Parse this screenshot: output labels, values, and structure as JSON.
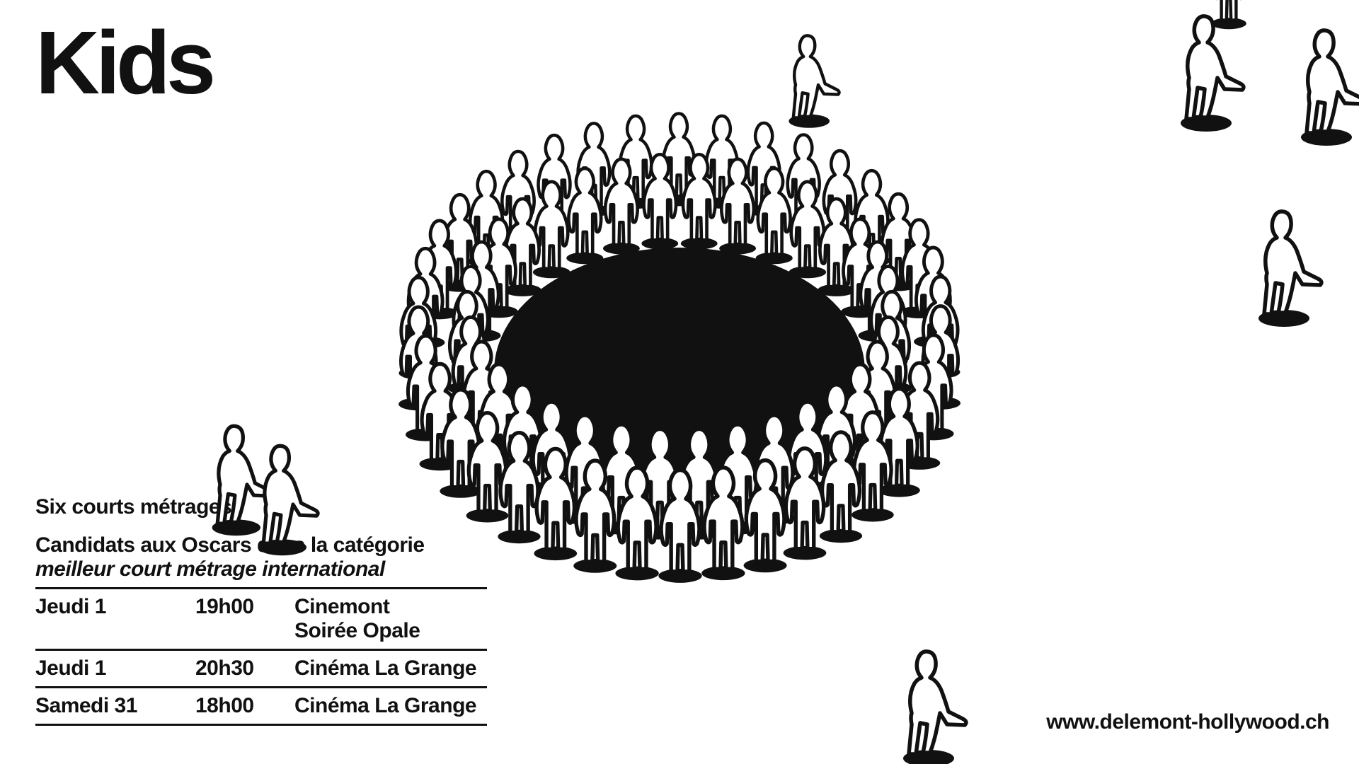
{
  "poster": {
    "title": "Kids",
    "subtitle": "Six courts métrages",
    "description_line1": "Candidats aux Oscars dans la catégorie",
    "description_line2": "meilleur court métrage international",
    "url": "www.delemont-hollywood.ch"
  },
  "schedule": [
    {
      "day": "Jeudi 1",
      "time": "19h00",
      "place": "Cinemont",
      "note": "Soirée Opale"
    },
    {
      "day": "Jeudi 1",
      "time": "20h30",
      "place": "Cinéma La Grange",
      "note": ""
    },
    {
      "day": "Samedi 31",
      "time": "18h00",
      "place": "Cinéma La Grange",
      "note": ""
    }
  ],
  "colors": {
    "background": "#ffffff",
    "ink": "#111111"
  }
}
